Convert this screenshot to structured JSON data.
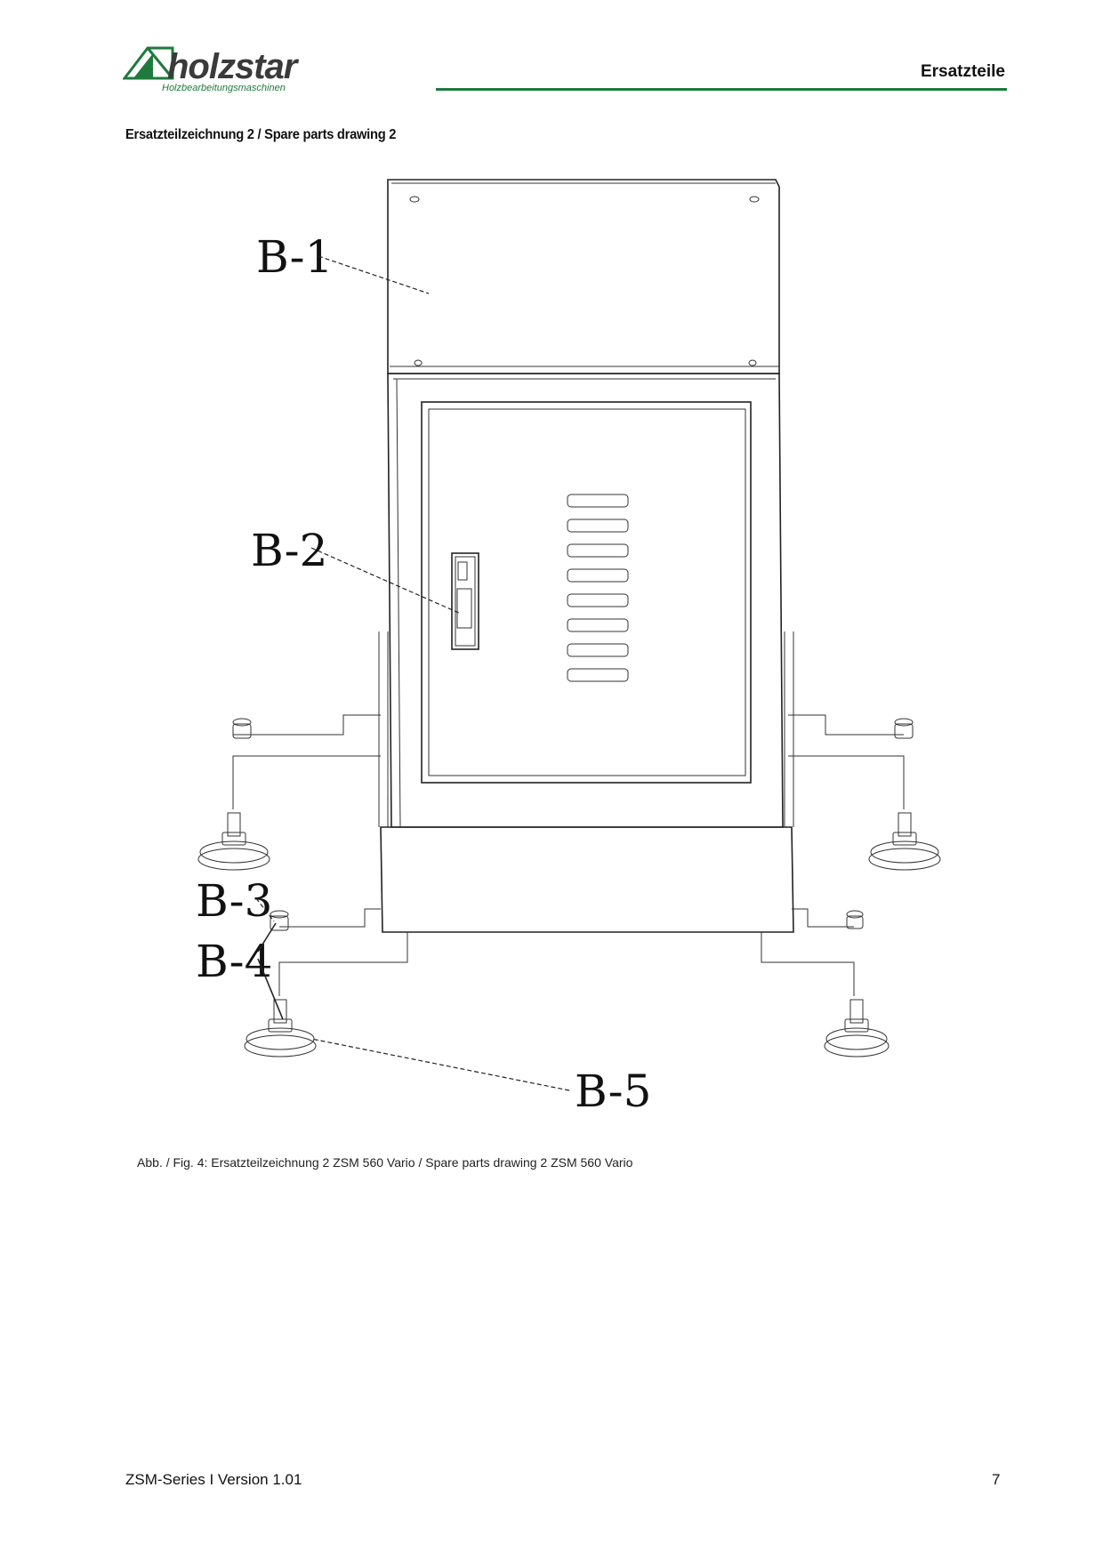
{
  "header": {
    "logo_text": "holzstar",
    "logo_tagline": "Holzbearbeitungsmaschinen",
    "section": "Ersatzteile",
    "accent_color": "#1e7a3c"
  },
  "page_title": "Ersatzteilzeichnung 2  / Spare parts drawing 2",
  "drawing": {
    "callouts": [
      "B-1",
      "B-2",
      "B-3",
      "B-4",
      "B-5"
    ]
  },
  "caption": "Abb. / Fig. 4: Ersatzteilzeichnung 2 ZSM 560 Vario / Spare parts drawing 2 ZSM 560 Vario",
  "footer": {
    "left": "ZSM-Series I Version 1.01",
    "page_number": "7"
  }
}
